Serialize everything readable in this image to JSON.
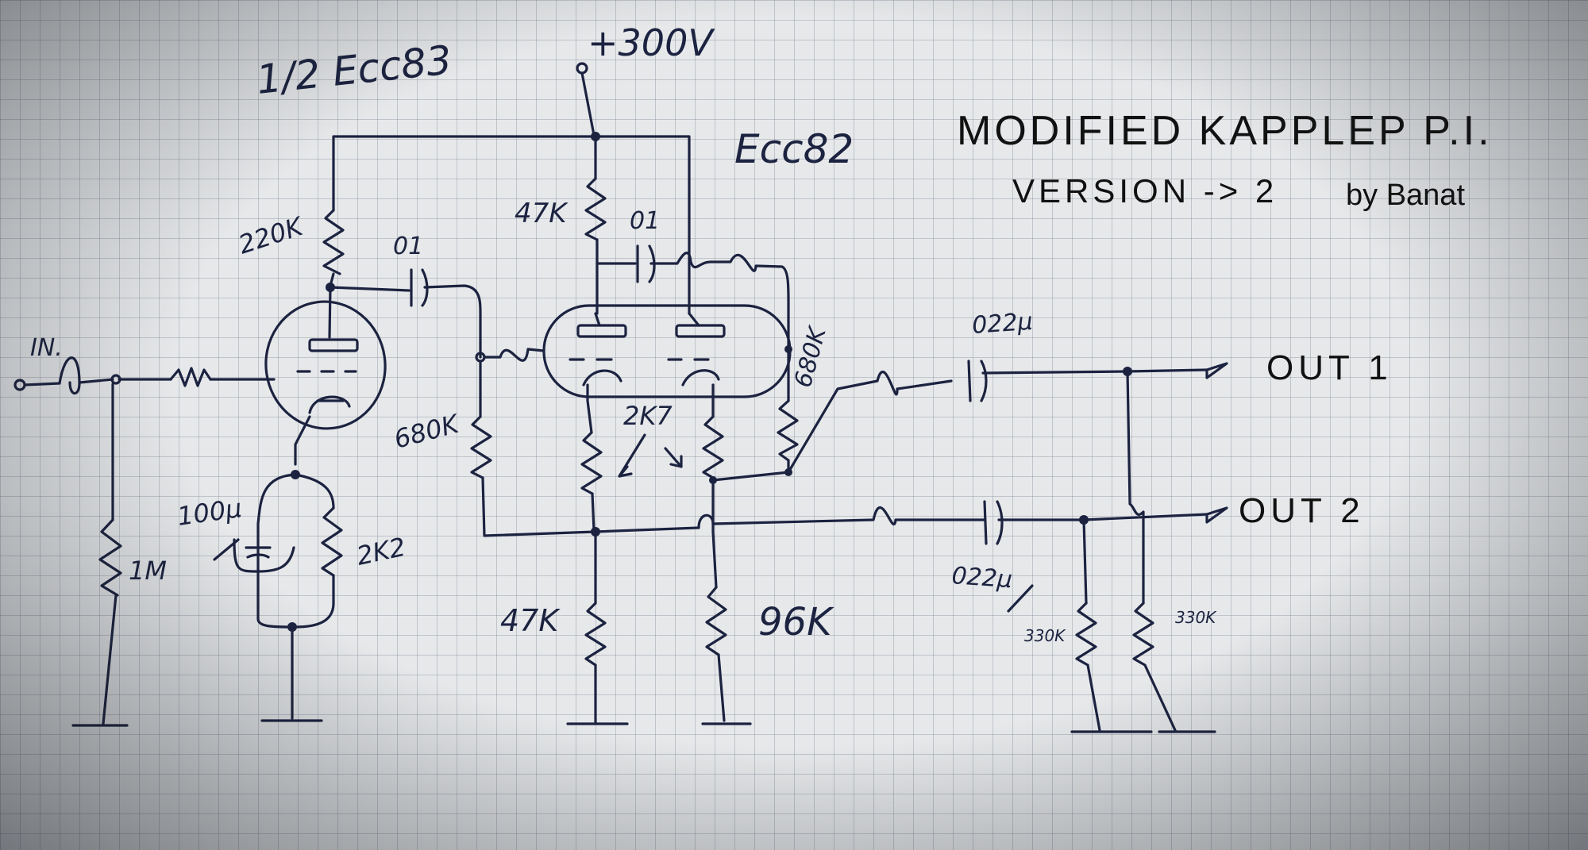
{
  "title": {
    "line1": "MODIFIED KAPPLEP P.I.",
    "line2": "VERSION -> 2",
    "author": "by Banat"
  },
  "supply": {
    "label": "+300V"
  },
  "tubes": {
    "first": "1/2 Ecc83",
    "second": "Ecc82"
  },
  "labels": {
    "input": "IN.",
    "r_plate1": "220K",
    "c_coupling": "01",
    "r_grid_leak": "1M",
    "c_cathode": "100µ",
    "r_cathode1": "2K2",
    "r_plate2": "47K",
    "c_plates": "01",
    "r_grid_ret_left": "680K",
    "r_grid_ret_right": "680K",
    "r_bias": "2K7",
    "r_tail_left": "47K",
    "r_tail_right": "96K",
    "c_out1": "022µ",
    "c_out2": "022µ",
    "r_out1": "330K",
    "r_out2": "330K",
    "out1": "OUT 1",
    "out2": "OUT 2"
  },
  "colors": {
    "ink": "#1c2340",
    "paper": "#e6e8ea",
    "grid": "#7882918c"
  }
}
